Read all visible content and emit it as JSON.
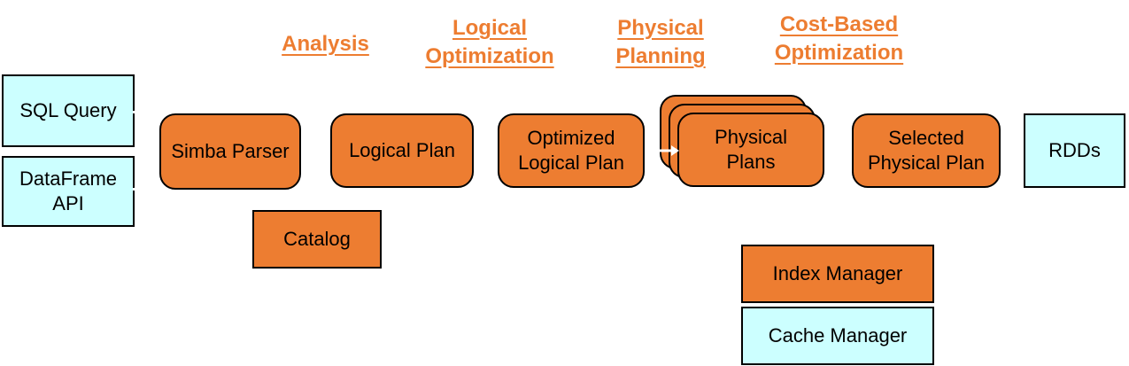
{
  "stages": {
    "analysis": [
      "Analysis"
    ],
    "logical_optimization": [
      "Logical",
      "Optimization"
    ],
    "physical_planning": [
      "Physical",
      "Planning"
    ],
    "cost_based_optimization": [
      "Cost-Based",
      "Optimization"
    ]
  },
  "inputs": {
    "sql_query": [
      "SQL Query"
    ],
    "dataframe_api": [
      "DataFrame",
      "API"
    ]
  },
  "pipeline": {
    "simba_parser": [
      "Simba Parser"
    ],
    "logical_plan": [
      "Logical Plan"
    ],
    "optimized_logical_plan": [
      "Optimized",
      "Logical Plan"
    ],
    "physical_plans": [
      "Physical",
      "Plans"
    ],
    "selected_physical_plan": [
      "Selected",
      "Physical Plan"
    ],
    "rdds": [
      "RDDs"
    ]
  },
  "support": {
    "catalog": [
      "Catalog"
    ],
    "index_manager": [
      "Index Manager"
    ],
    "cache_manager": [
      "Cache Manager"
    ]
  },
  "colors": {
    "orange": "#ED7D31",
    "cyan": "#CCFFFF",
    "border": "#000000"
  }
}
